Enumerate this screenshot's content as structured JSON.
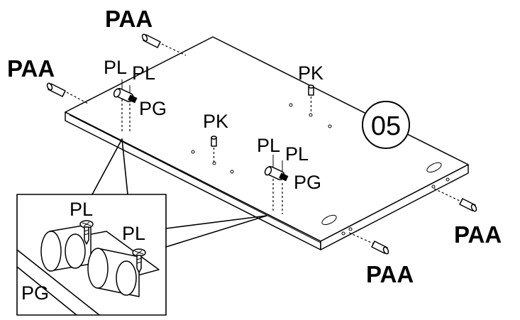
{
  "step": {
    "number": "05"
  },
  "labels": {
    "paa": "PAA",
    "pl": "PL",
    "pk": "PK",
    "pg": "PG"
  }
}
